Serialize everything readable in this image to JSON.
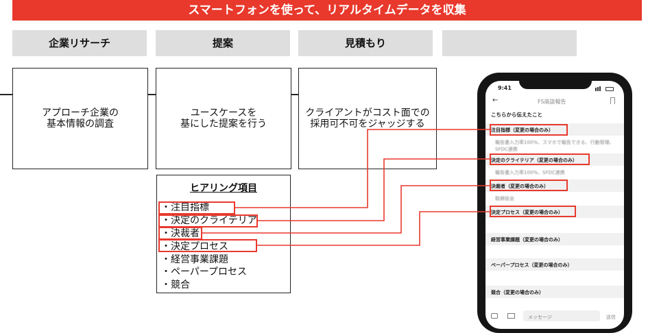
{
  "banner": "スマートフォンを使って、リアルタイムデータを収集",
  "phases": [
    "企業リサーチ",
    "提案",
    "見積もり",
    ""
  ],
  "boxes": [
    {
      "line1": "アプローチ企業の",
      "line2": "基本情報の調査"
    },
    {
      "line1": "ユースケースを",
      "line2": "基にした提案を行う"
    },
    {
      "line1": "クライアントがコスト面での",
      "line2": "採用可不可をジャッジする"
    }
  ],
  "hearing": {
    "title": "ヒアリング項目",
    "items": [
      "・注目指標",
      "・決定のクライテリア",
      "・決裁者",
      "・決定プロセス",
      "・経営事業課題",
      "・ペーパープロセス",
      "・競合"
    ]
  },
  "phone": {
    "time": "9:41",
    "title": "FS商談報告",
    "back": "←",
    "bookmark": "⌑",
    "intro": "こちらから伝えたこと",
    "sections": [
      {
        "label": "注目指標（変更の場合のみ）",
        "value": "報告書入力率100%、スマホで報告できる、行動管理、SFDC連携"
      },
      {
        "label": "決定のクライテリア（変更の場合のみ）",
        "value": "報告書入力率100%、SFDC連携"
      },
      {
        "label": "決裁者（変更の場合のみ）",
        "value": "取締役会"
      },
      {
        "label": "決定プロセス（変更の場合のみ）",
        "value": ""
      },
      {
        "label": "経営事業課題（変更の場合のみ）",
        "value": ""
      },
      {
        "label": "ペーパープロセス（変更の場合のみ）",
        "value": ""
      },
      {
        "label": "競合（変更の場合のみ）",
        "value": ""
      }
    ],
    "message_placeholder": "メッセージ",
    "send": "送信"
  },
  "colors": {
    "accent": "#e8392c",
    "phase_bg": "#dedede"
  }
}
